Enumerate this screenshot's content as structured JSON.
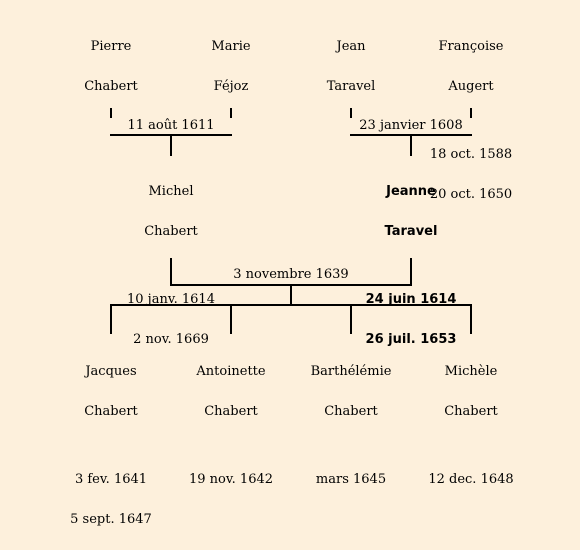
{
  "grandparents": [
    {
      "first": "Pierre",
      "last": "Chabert",
      "dates": ""
    },
    {
      "first": "Marie",
      "last": "Féjoz",
      "dates": ""
    },
    {
      "first": "Jean",
      "last": "Taravel",
      "dates": ""
    },
    {
      "first": "Françoise",
      "last": "Augert",
      "birth": "18 oct. 1588",
      "death": "20 oct. 1650"
    }
  ],
  "marriages": {
    "chabert_fejoz": "11 août 1611",
    "taravel_augert": "23 janvier 1608",
    "michel_jeanne": "3 novembre 1639"
  },
  "parents": [
    {
      "first": "Michel",
      "last": "Chabert",
      "birth": "10 janv. 1614",
      "death": "2 nov. 1669"
    },
    {
      "first": "Jeanne",
      "last": "Taravel",
      "birth": "24 juin 1614",
      "death": "26 juil. 1653"
    }
  ],
  "children": [
    {
      "first": "Jacques",
      "last": "Chabert",
      "birth": "3 fev. 1641",
      "death": "5 sept. 1647"
    },
    {
      "first": "Antoinette",
      "last": "Chabert",
      "birth": "19 nov. 1642",
      "death": ""
    },
    {
      "first": "Barthélémie",
      "last": "Chabert",
      "birth": "mars 1645",
      "death": ""
    },
    {
      "first": "Michèle",
      "last": "Chabert",
      "birth": "12 dec. 1648",
      "death": ""
    }
  ]
}
